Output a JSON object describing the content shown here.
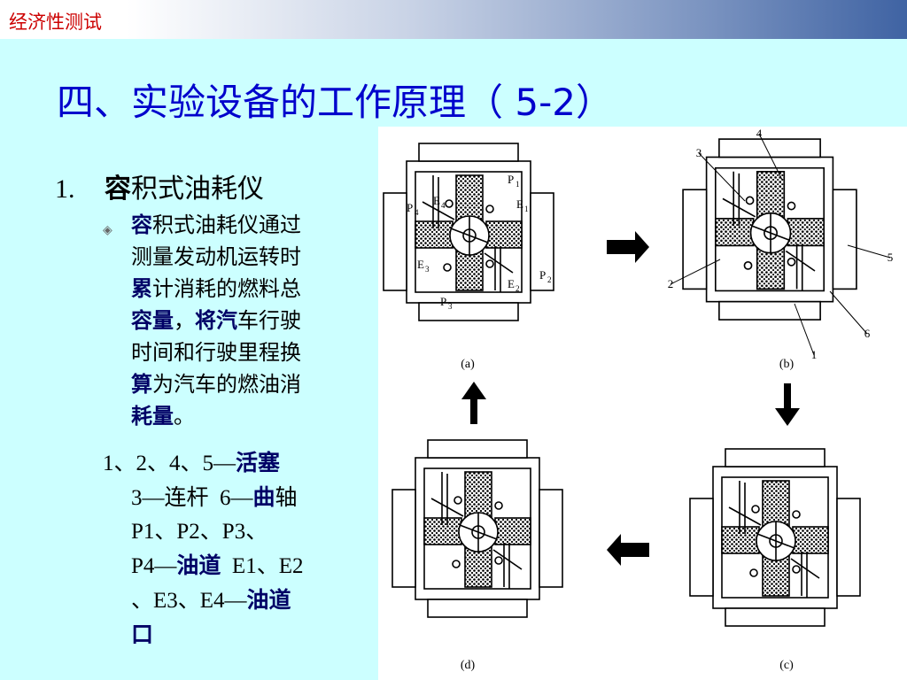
{
  "header": {
    "title": "经济性测试"
  },
  "slide": {
    "title": "四、实验设备的工作原理（ 5-2）"
  },
  "item1": {
    "number": "1.",
    "bold": "容",
    "rest": "积式油耗仪"
  },
  "bullet": {
    "lines": [
      [
        {
          "t": "容",
          "b": true
        },
        {
          "t": "积式油耗仪通过",
          "b": false
        }
      ],
      [
        {
          "t": "测量发动机运转时",
          "b": false
        }
      ],
      [
        {
          "t": "累",
          "b": true
        },
        {
          "t": "计消耗的燃料总",
          "b": false
        }
      ],
      [
        {
          "t": "容量",
          "b": true
        },
        {
          "t": "，",
          "b": false
        },
        {
          "t": "将汽",
          "b": true
        },
        {
          "t": "车行驶",
          "b": false
        }
      ],
      [
        {
          "t": "时间和行驶里程换",
          "b": false
        }
      ],
      [
        {
          "t": "算",
          "b": true
        },
        {
          "t": "为汽车的燃油消",
          "b": false
        }
      ],
      [
        {
          "t": "耗量",
          "b": true
        },
        {
          "t": "。",
          "b": false
        }
      ]
    ]
  },
  "legend": {
    "l1a": "1、2、4、5—",
    "l1b": "活塞",
    "l2a": "3—",
    "l2b": "连杆",
    "l2c": "  6—",
    "l2d": "曲",
    "l2e": "轴",
    "l3": "P1、P2、P3、",
    "l4a": "P4—",
    "l4b": "油道",
    "l4c": "  E1、E2",
    "l5": "、E3、E4—",
    "l5b": "油道",
    "l6": "口"
  },
  "figure": {
    "panels": [
      {
        "id": "a",
        "label": "(a)"
      },
      {
        "id": "b",
        "label": "(b)"
      },
      {
        "id": "c",
        "label": "(c)"
      },
      {
        "id": "d",
        "label": "(d)"
      }
    ],
    "a_labels": {
      "p1": "P",
      "p1s": "1",
      "p2": "P",
      "p2s": "2",
      "p3": "P",
      "p3s": "3",
      "p4": "P",
      "p4s": "4",
      "e1": "E",
      "e1s": "1",
      "e2": "E",
      "e2s": "2",
      "e3": "E",
      "e3s": "3",
      "e4": "E",
      "e4s": "4"
    },
    "b_labels": [
      "1",
      "2",
      "3",
      "4",
      "5",
      "6"
    ]
  }
}
